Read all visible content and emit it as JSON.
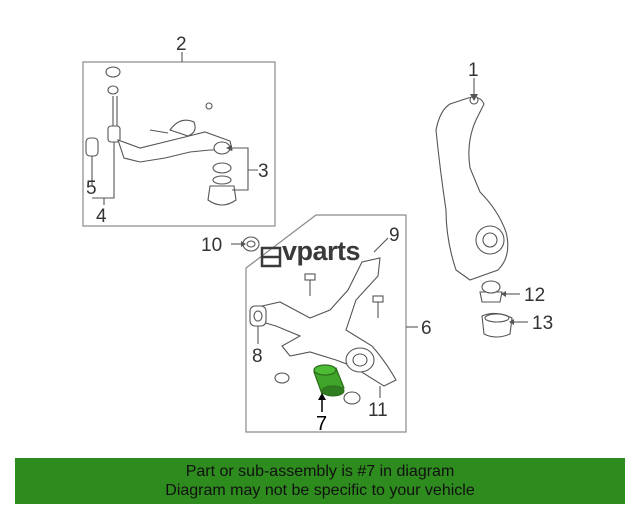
{
  "callouts": {
    "c1": "1",
    "c2": "2",
    "c3": "3",
    "c4": "4",
    "c5": "5",
    "c6": "6",
    "c7": "7",
    "c8": "8",
    "c9": "9",
    "c10": "10",
    "c11": "11",
    "c12": "12",
    "c13": "13"
  },
  "watermark": "vparts",
  "banner": {
    "line1": "Part or sub-assembly is #7 in diagram",
    "line2": "Diagram may not be specific to your vehicle"
  },
  "colors": {
    "banner_bg": "#2e8b1e",
    "highlight_part": "#3fa52a"
  }
}
